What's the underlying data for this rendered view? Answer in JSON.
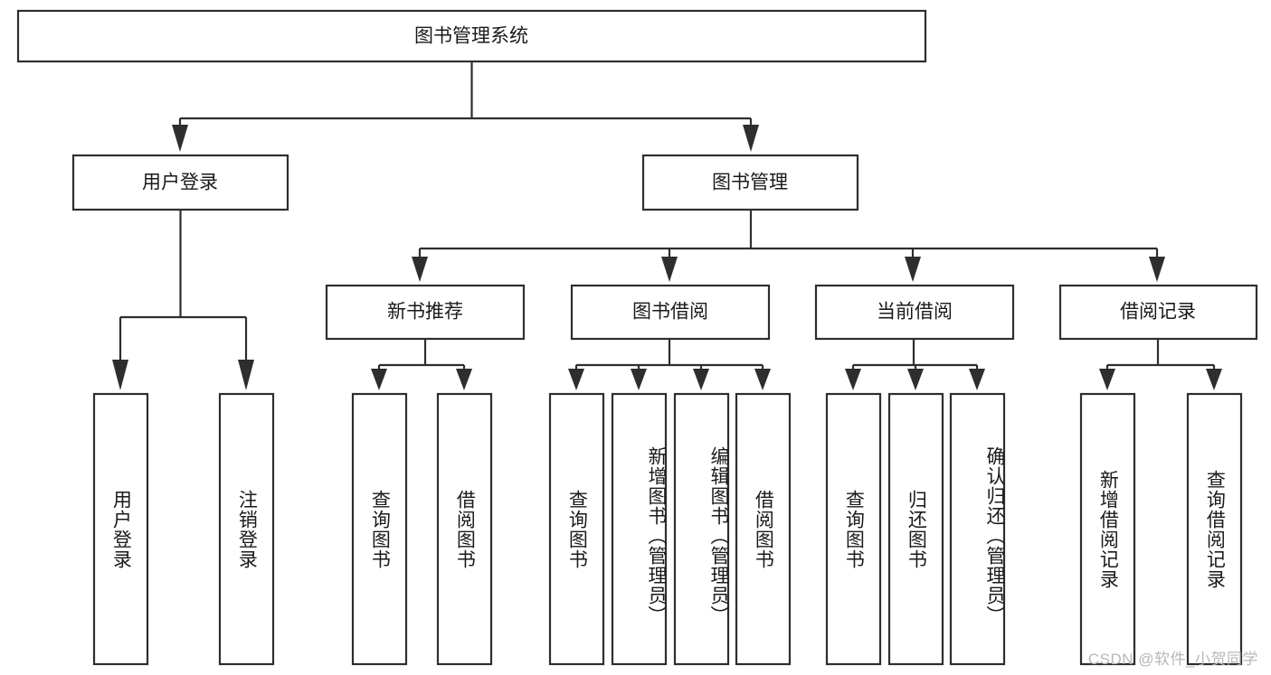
{
  "diagram": {
    "type": "tree-hierarchy-chart",
    "title": "图书管理系统",
    "root": {
      "id": "root",
      "label": "图书管理系统",
      "level": 0
    },
    "level2": [
      {
        "id": "user-login",
        "label": "用户登录"
      },
      {
        "id": "book-management",
        "label": "图书管理"
      }
    ],
    "level3": [
      {
        "id": "new-book-recommend",
        "label": "新书推荐",
        "parent": "book-management"
      },
      {
        "id": "book-borrow",
        "label": "图书借阅",
        "parent": "book-management"
      },
      {
        "id": "current-borrow",
        "label": "当前借阅",
        "parent": "book-management"
      },
      {
        "id": "borrow-record",
        "label": "借阅记录",
        "parent": "book-management"
      }
    ],
    "leaves": {
      "user-login": [
        {
          "id": "leaf-user-login",
          "label": "用户登录"
        },
        {
          "id": "leaf-user-logout",
          "label": "注销登录"
        }
      ],
      "new-book-recommend": [
        {
          "id": "leaf-query-book-1",
          "label": "查询图书"
        },
        {
          "id": "leaf-borrow-book-1",
          "label": "借阅图书"
        }
      ],
      "book-borrow": [
        {
          "id": "leaf-query-book-2",
          "label": "查询图书"
        },
        {
          "id": "leaf-add-book",
          "label": "新增图书（管理员）"
        },
        {
          "id": "leaf-edit-book",
          "label": "编辑图书（管理员）"
        },
        {
          "id": "leaf-borrow-book-2",
          "label": "借阅图书"
        }
      ],
      "current-borrow": [
        {
          "id": "leaf-query-book-3",
          "label": "查询图书"
        },
        {
          "id": "leaf-return-book",
          "label": "归还图书"
        },
        {
          "id": "leaf-confirm-return",
          "label": "确认归还（管理员）"
        }
      ],
      "borrow-record": [
        {
          "id": "leaf-add-record",
          "label": "新增借阅记录"
        },
        {
          "id": "leaf-query-record",
          "label": "查询借阅记录"
        }
      ]
    }
  },
  "watermark": {
    "text": "CSDN @软件_小贺同学"
  },
  "colors": {
    "background": "#ffffff",
    "box_fill": "#ffffff",
    "stroke": "#2e2e2e",
    "text": "#1a1a1a",
    "watermark": "#b7b7b7"
  }
}
